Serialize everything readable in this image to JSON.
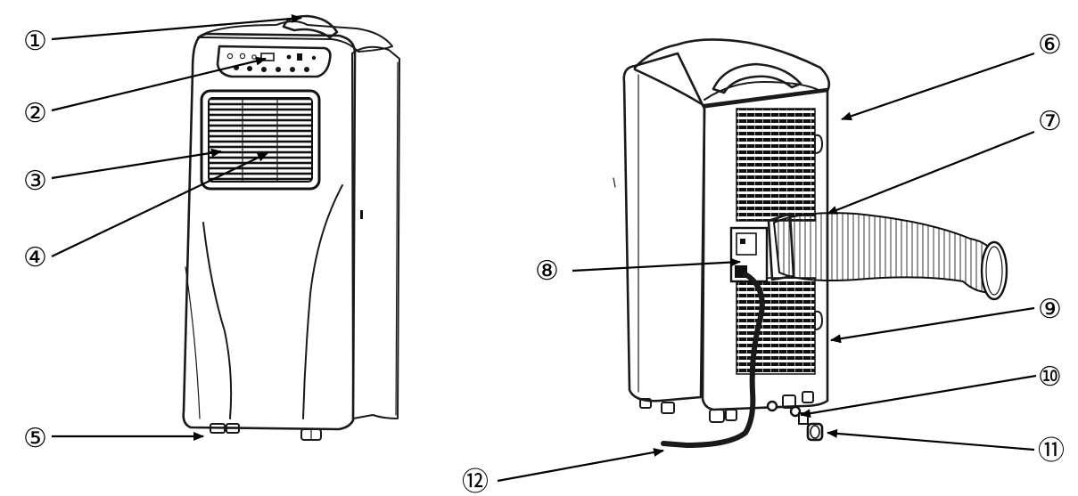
{
  "figure": {
    "units": [
      "front-view-unit",
      "rear-view-unit"
    ]
  },
  "callouts": [
    {
      "id": 1,
      "label": "①"
    },
    {
      "id": 2,
      "label": "②"
    },
    {
      "id": 3,
      "label": "③"
    },
    {
      "id": 4,
      "label": "④"
    },
    {
      "id": 5,
      "label": "⑤"
    },
    {
      "id": 6,
      "label": "⑥"
    },
    {
      "id": 7,
      "label": "⑦"
    },
    {
      "id": 8,
      "label": "⑧"
    },
    {
      "id": 9,
      "label": "⑨"
    },
    {
      "id": 10,
      "label": "⑩"
    },
    {
      "id": 11,
      "label": "⑪"
    },
    {
      "id": 12,
      "label": "⑫"
    }
  ],
  "colors": {
    "line": "#1a1a1a",
    "background": "#ffffff",
    "grille": "#111111"
  }
}
